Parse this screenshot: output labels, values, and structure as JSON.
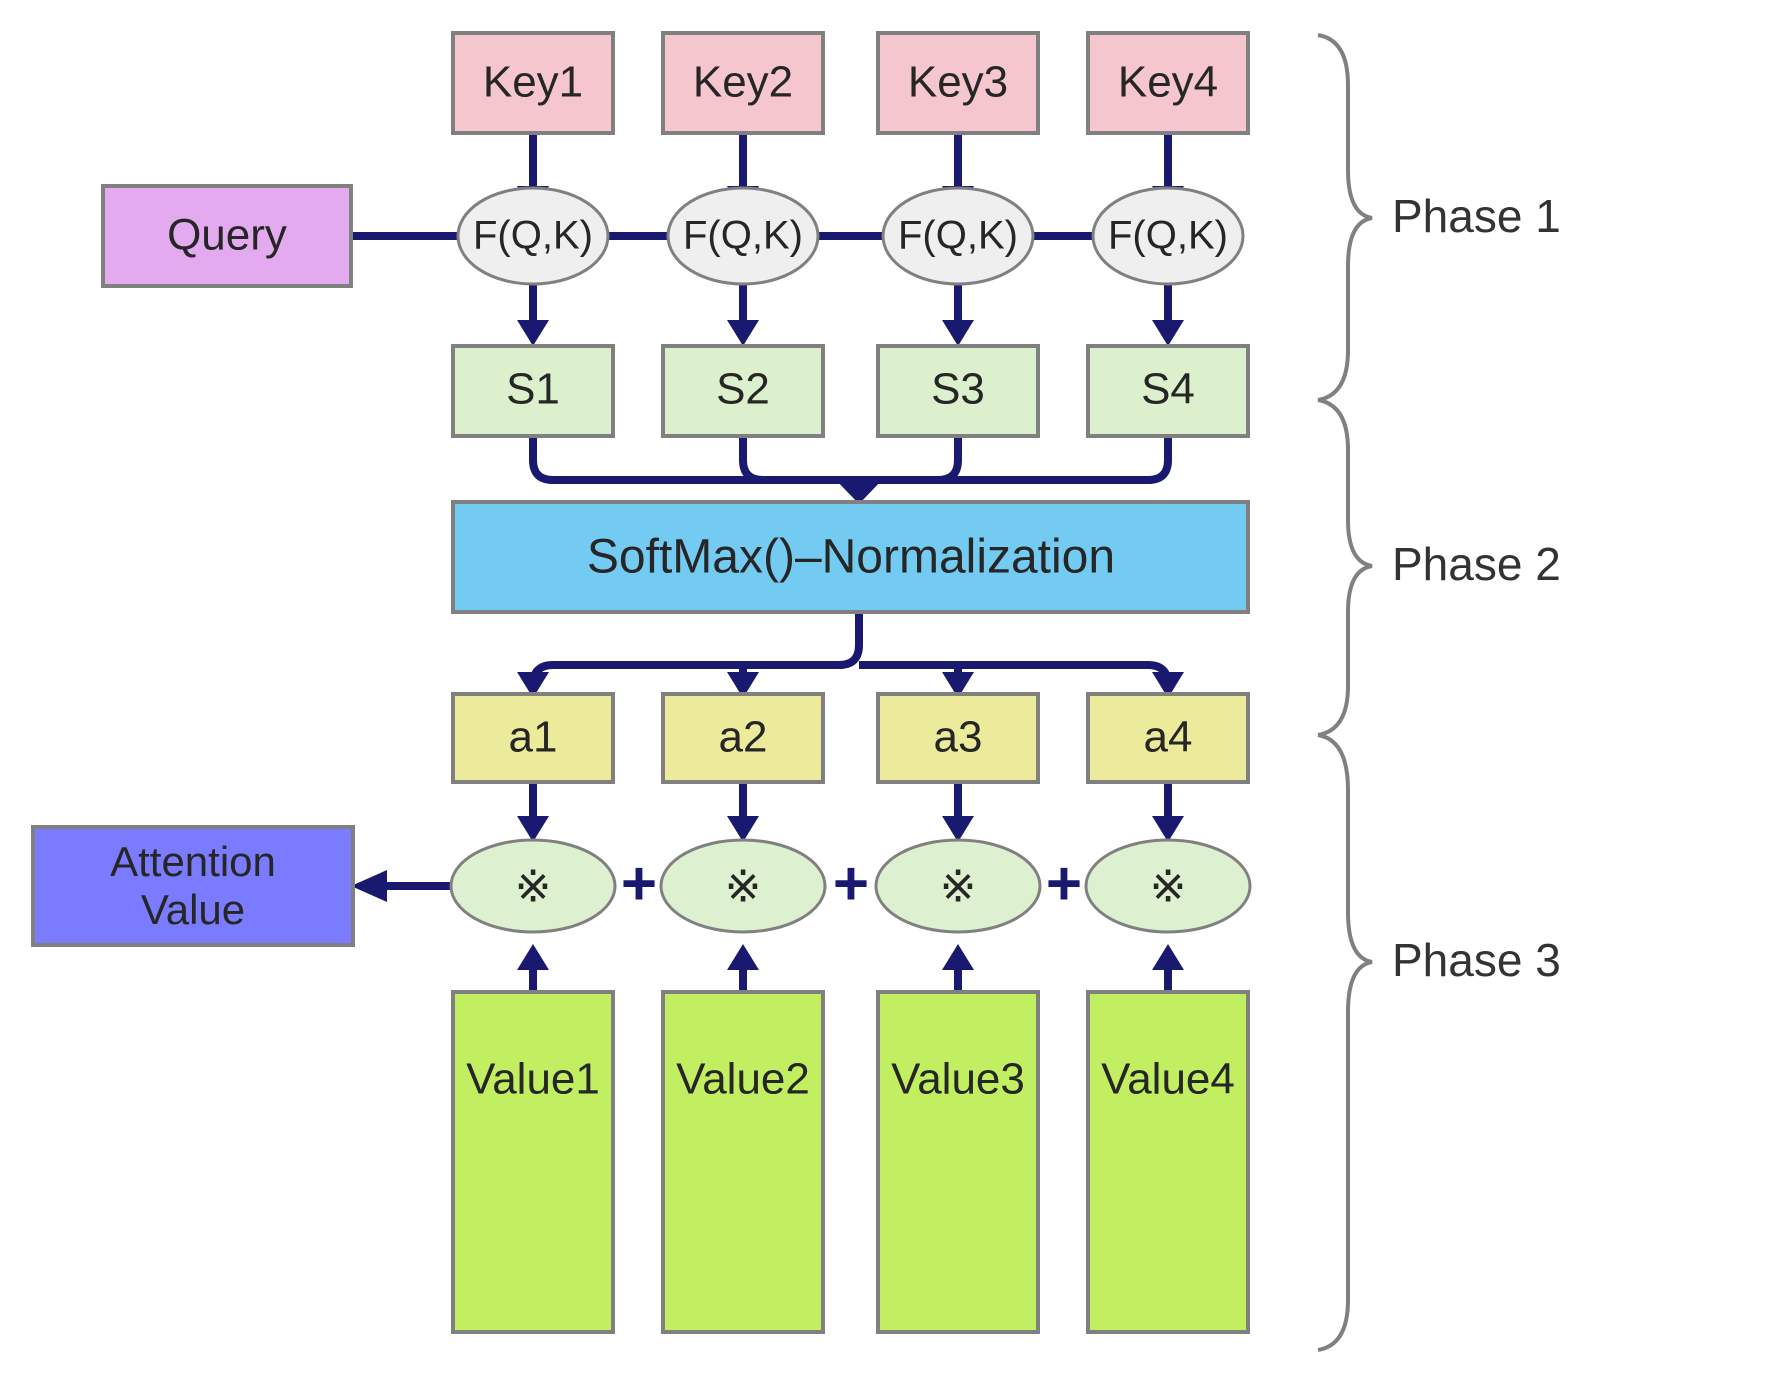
{
  "diagram": {
    "title": "Attention Mechanism Three-Phase Diagram",
    "colors": {
      "key_fill": "#f5c6ce",
      "query_fill": "#e4aaf0",
      "score_fill": "#dcf0cd",
      "softmax_fill": "#74cbf2",
      "weight_fill": "#ecea9b",
      "multiply_fill": "#ddf0cf",
      "value_fill": "#c2ef61",
      "attention_fill": "#7b7bff",
      "function_fill": "#efefef",
      "arrow": "#191970",
      "border": "#808080",
      "text": "#262626"
    },
    "keys": [
      {
        "label": "Key1"
      },
      {
        "label": "Key2"
      },
      {
        "label": "Key3"
      },
      {
        "label": "Key4"
      }
    ],
    "query": {
      "label": "Query"
    },
    "functions": [
      {
        "label": "F(Q,K)"
      },
      {
        "label": "F(Q,K)"
      },
      {
        "label": "F(Q,K)"
      },
      {
        "label": "F(Q,K)"
      }
    ],
    "scores": [
      {
        "label": "S1"
      },
      {
        "label": "S2"
      },
      {
        "label": "S3"
      },
      {
        "label": "S4"
      }
    ],
    "softmax": {
      "label": "SoftMax()–Normalization"
    },
    "weights": [
      {
        "label": "a1"
      },
      {
        "label": "a2"
      },
      {
        "label": "a3"
      },
      {
        "label": "a4"
      }
    ],
    "multipliers": [
      {
        "label": "※"
      },
      {
        "label": "※"
      },
      {
        "label": "※"
      },
      {
        "label": "※"
      }
    ],
    "plus_signs": [
      {
        "label": "+"
      },
      {
        "label": "+"
      },
      {
        "label": "+"
      }
    ],
    "values": [
      {
        "label": "Value1"
      },
      {
        "label": "Value2"
      },
      {
        "label": "Value3"
      },
      {
        "label": "Value4"
      }
    ],
    "attention_output": {
      "line1": "Attention",
      "line2": "Value"
    },
    "phases": [
      {
        "label": "Phase 1"
      },
      {
        "label": "Phase 2"
      },
      {
        "label": "Phase 3"
      }
    ]
  }
}
